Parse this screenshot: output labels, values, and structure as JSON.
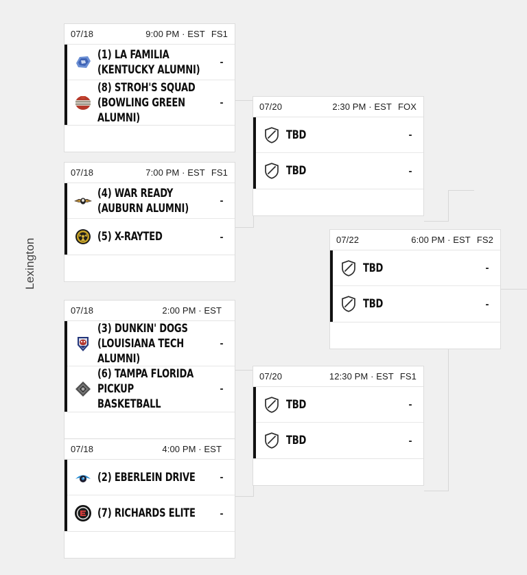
{
  "region": {
    "label": "Lexington"
  },
  "score_placeholder": "-",
  "tbd_label": "TBD",
  "separator": "·",
  "colors": {
    "page_background": "#f0f0f0",
    "card_background": "#ffffff",
    "card_border": "#dcdcdc",
    "accent_rail": "#111111",
    "connector": "#d7d7d7",
    "text": "#0d0d0d",
    "label_text": "#404040"
  },
  "rounds": [
    {
      "name": "round-of-8",
      "matches": [
        {
          "id": "r1-m1",
          "date": "07/18",
          "time": "9:00 PM",
          "timezone": "EST",
          "network": "FS1",
          "teams": [
            {
              "seed": "1",
              "name": "(1) LA FAMILIA (KENTUCKY ALUMNI)",
              "logo": "la-familia-logo",
              "score": "-"
            },
            {
              "seed": "8",
              "name": "(8) STROH'S SQUAD (BOWLING GREEN ALUMNI)",
              "logo": "strohs-squad-logo",
              "score": "-"
            }
          ]
        },
        {
          "id": "r1-m2",
          "date": "07/18",
          "time": "7:00 PM",
          "timezone": "EST",
          "network": "FS1",
          "teams": [
            {
              "seed": "4",
              "name": "(4) WAR READY (AUBURN ALUMNI)",
              "logo": "war-ready-logo",
              "score": "-"
            },
            {
              "seed": "5",
              "name": "(5) X-RAYTED",
              "logo": "x-rayted-logo",
              "score": "-"
            }
          ]
        },
        {
          "id": "r1-m3",
          "date": "07/18",
          "time": "2:00 PM",
          "timezone": "EST",
          "network": "",
          "teams": [
            {
              "seed": "3",
              "name": "(3) DUNKIN' DOGS (LOUISIANA TECH ALUMNI)",
              "logo": "dunkin-dogs-logo",
              "score": "-"
            },
            {
              "seed": "6",
              "name": "(6) TAMPA FLORIDA PICKUP BASKETBALL",
              "logo": "tampa-florida-logo",
              "score": "-"
            }
          ]
        },
        {
          "id": "r1-m4",
          "date": "07/18",
          "time": "4:00 PM",
          "timezone": "EST",
          "network": "",
          "teams": [
            {
              "seed": "2",
              "name": "(2) EBERLEIN DRIVE",
              "logo": "eberlein-drive-logo",
              "score": "-"
            },
            {
              "seed": "7",
              "name": "(7) RICHARDS ELITE",
              "logo": "richards-elite-logo",
              "score": "-"
            }
          ]
        }
      ]
    },
    {
      "name": "quarterfinals",
      "matches": [
        {
          "id": "r2-m1",
          "date": "07/20",
          "time": "2:30 PM",
          "timezone": "EST",
          "network": "FOX",
          "teams": [
            {
              "seed": "",
              "name": "TBD",
              "logo": "tbd-shield-icon",
              "score": "-"
            },
            {
              "seed": "",
              "name": "TBD",
              "logo": "tbd-shield-icon",
              "score": "-"
            }
          ]
        },
        {
          "id": "r2-m2",
          "date": "07/20",
          "time": "12:30 PM",
          "timezone": "EST",
          "network": "FS1",
          "teams": [
            {
              "seed": "",
              "name": "TBD",
              "logo": "tbd-shield-icon",
              "score": "-"
            },
            {
              "seed": "",
              "name": "TBD",
              "logo": "tbd-shield-icon",
              "score": "-"
            }
          ]
        }
      ]
    },
    {
      "name": "semifinal",
      "matches": [
        {
          "id": "r3-m1",
          "date": "07/22",
          "time": "6:00 PM",
          "timezone": "EST",
          "network": "FS2",
          "teams": [
            {
              "seed": "",
              "name": "TBD",
              "logo": "tbd-shield-icon",
              "score": "-"
            },
            {
              "seed": "",
              "name": "TBD",
              "logo": "tbd-shield-icon",
              "score": "-"
            }
          ]
        }
      ]
    }
  ]
}
